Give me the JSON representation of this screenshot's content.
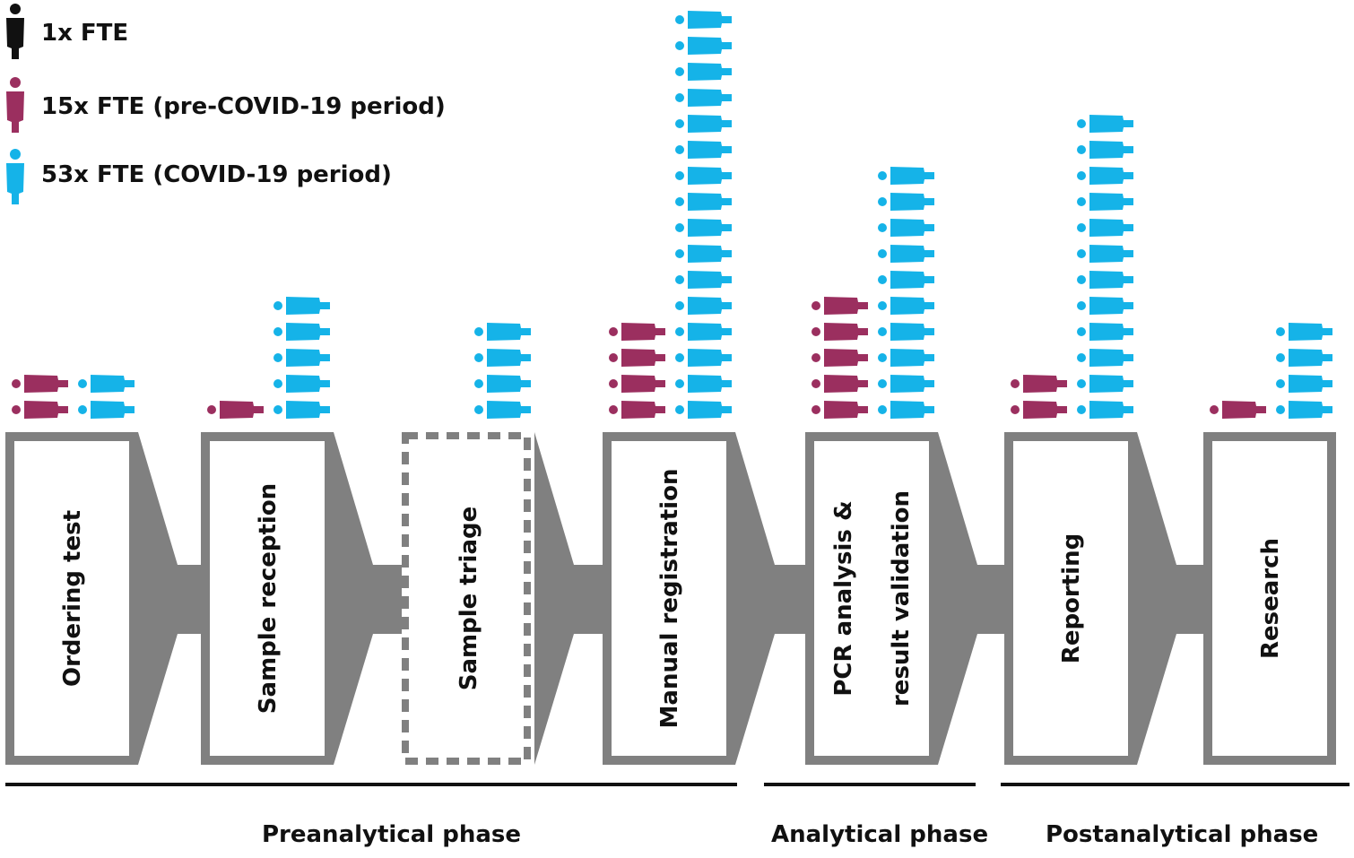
{
  "legend": {
    "items": [
      {
        "label": "1x FTE",
        "color": "#111111"
      },
      {
        "label": "15x FTE (pre-COVID-19 period)",
        "color": "#9b2f5f"
      },
      {
        "label": "53x FTE (COVID-19 period)",
        "color": "#15b3e8"
      }
    ]
  },
  "colors": {
    "box_border": "#808080",
    "dashed_border": "#808080",
    "pre_covid": "#9b2f5f",
    "covid": "#15b3e8"
  },
  "steps": [
    {
      "key": "ordering",
      "lines": [
        "Ordering test"
      ],
      "pre": 2,
      "covid": 2,
      "dashed": false
    },
    {
      "key": "reception",
      "lines": [
        "Sample reception"
      ],
      "pre": 1,
      "covid": 5,
      "dashed": false
    },
    {
      "key": "triage",
      "lines": [
        "Sample triage"
      ],
      "pre": 0,
      "covid": 4,
      "dashed": true
    },
    {
      "key": "registration",
      "lines": [
        "Manual registration"
      ],
      "pre": 4,
      "covid": 16,
      "dashed": false
    },
    {
      "key": "pcr",
      "lines": [
        "PCR analysis &",
        "result validation"
      ],
      "pre": 5,
      "covid": 10,
      "dashed": false
    },
    {
      "key": "reporting",
      "lines": [
        "Reporting"
      ],
      "pre": 2,
      "covid": 12,
      "dashed": false
    },
    {
      "key": "research",
      "lines": [
        "Research"
      ],
      "pre": 1,
      "covid": 4,
      "dashed": false
    }
  ],
  "phases": [
    {
      "label": "Preanalytical phase"
    },
    {
      "label": "Analytical phase"
    },
    {
      "label": "Postanalytical phase"
    }
  ]
}
